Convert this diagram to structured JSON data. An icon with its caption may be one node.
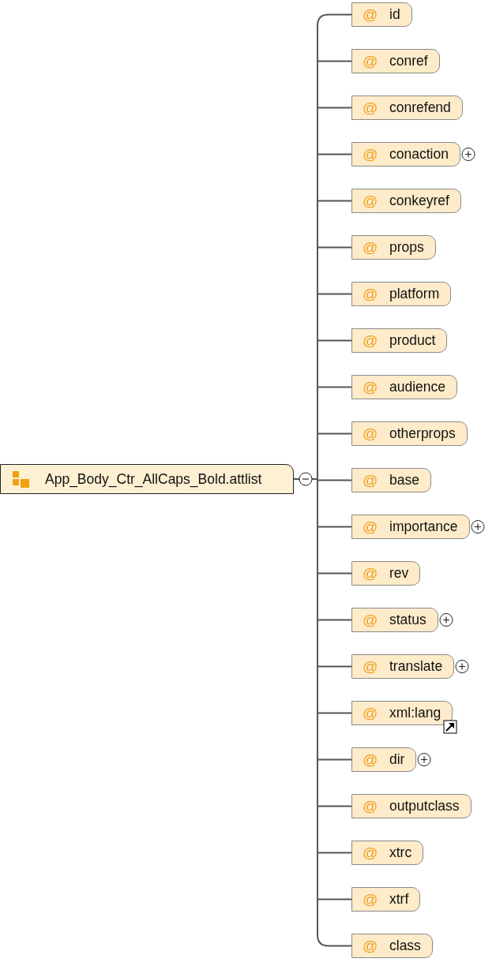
{
  "diagram": {
    "nodes": [
      {
        "text": [
          "App_Body_Ctr_AllCaps_Bold.attlist"
        ]
      },
      {
        "text": [
          "@",
          "id"
        ]
      },
      {
        "text": [
          "@",
          "conref"
        ]
      },
      {
        "text": [
          "@",
          "conrefend"
        ]
      },
      {
        "text": [
          "@",
          "conaction"
        ]
      },
      {
        "text": [
          "@",
          "conkeyref"
        ]
      },
      {
        "text": [
          "@",
          "props"
        ]
      },
      {
        "text": [
          "@",
          "platform"
        ]
      },
      {
        "text": [
          "@",
          "product"
        ]
      },
      {
        "text": [
          "@",
          "audience"
        ]
      },
      {
        "text": [
          "@",
          "otherprops"
        ]
      },
      {
        "text": [
          "@",
          "base"
        ]
      },
      {
        "text": [
          "@",
          "importance"
        ]
      },
      {
        "text": [
          "@",
          "rev"
        ]
      },
      {
        "text": [
          "@",
          "status"
        ]
      },
      {
        "text": [
          "@",
          "translate"
        ]
      },
      {
        "text": [
          "@",
          "xml:lang"
        ]
      },
      {
        "text": [
          "@",
          "dir"
        ]
      },
      {
        "text": [
          "@",
          "outputclass"
        ]
      },
      {
        "text": [
          "@",
          "xtrc"
        ]
      },
      {
        "text": [
          "@",
          "xtrf"
        ]
      },
      {
        "text": [
          "@",
          "class"
        ]
      }
    ],
    "edges": [
      {
        "from": 0,
        "to": 1,
        "arrow": "none"
      },
      {
        "from": 0,
        "to": 2,
        "arrow": "none"
      },
      {
        "from": 0,
        "to": 3,
        "arrow": "none"
      },
      {
        "from": 0,
        "to": 4,
        "arrow": "none"
      },
      {
        "from": 0,
        "to": 5,
        "arrow": "none"
      },
      {
        "from": 0,
        "to": 6,
        "arrow": "none"
      },
      {
        "from": 0,
        "to": 7,
        "arrow": "none"
      },
      {
        "from": 0,
        "to": 8,
        "arrow": "none"
      },
      {
        "from": 0,
        "to": 9,
        "arrow": "none"
      },
      {
        "from": 0,
        "to": 10,
        "arrow": "none"
      },
      {
        "from": 0,
        "to": 11,
        "arrow": "none"
      },
      {
        "from": 0,
        "to": 12,
        "arrow": "none"
      },
      {
        "from": 0,
        "to": 13,
        "arrow": "none"
      },
      {
        "from": 0,
        "to": 14,
        "arrow": "none"
      },
      {
        "from": 0,
        "to": 15,
        "arrow": "none"
      },
      {
        "from": 0,
        "to": 16,
        "arrow": "none"
      },
      {
        "from": 0,
        "to": 17,
        "arrow": "none"
      },
      {
        "from": 0,
        "to": 18,
        "arrow": "none"
      },
      {
        "from": 0,
        "to": 19,
        "arrow": "none"
      },
      {
        "from": 0,
        "to": 20,
        "arrow": "none"
      },
      {
        "from": 0,
        "to": 21,
        "arrow": "none"
      }
    ]
  }
}
